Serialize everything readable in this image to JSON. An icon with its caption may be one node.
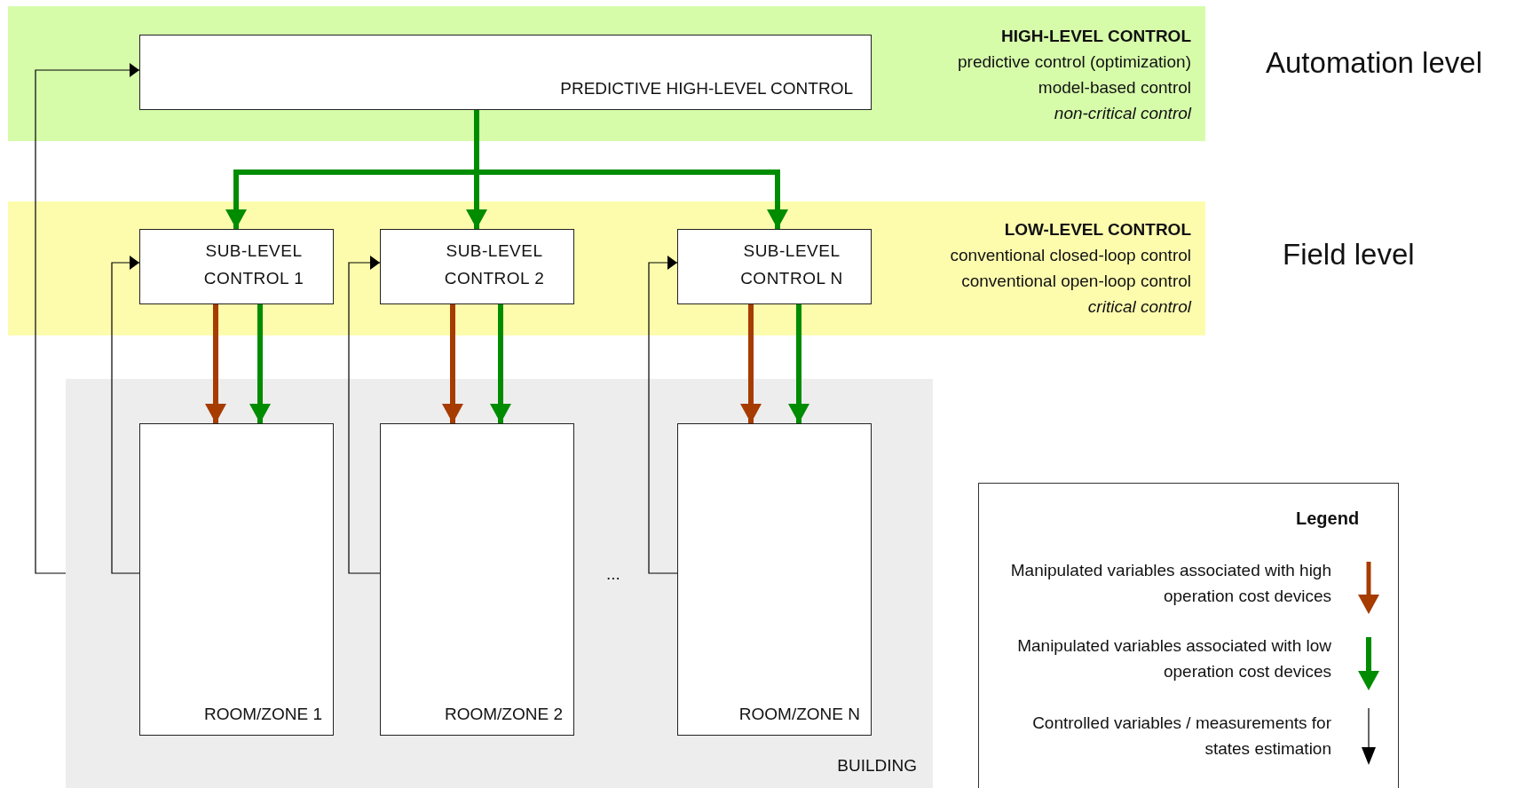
{
  "diagram": {
    "nodes": [
      {
        "text": [
          "HIGH-LEVEL CONTROL",
          "predictive control (optimization)",
          "model-based control",
          "non-critical control"
        ]
      },
      {
        "text": [
          "PREDICTIVE HIGH-LEVEL CONTROL"
        ],
        "in": 0
      },
      {
        "text": [
          "LOW-LEVEL CONTROL",
          "conventional closed-loop control",
          "conventional open-loop control",
          "critical control"
        ]
      },
      {
        "text": [
          "SUB-LEVEL CONTROL 1"
        ],
        "in": 2
      },
      {
        "text": [
          "SUB-LEVEL CONTROL 2"
        ],
        "in": 2
      },
      {
        "text": [
          "SUB-LEVEL CONTROL N"
        ],
        "in": 2
      },
      {
        "text": [
          "BUILDING"
        ]
      },
      {
        "text": [
          "ROOM/ZONE 1"
        ],
        "in": 6
      },
      {
        "text": [
          "ROOM/ZONE 2"
        ],
        "in": 6
      },
      {
        "text": [
          "ROOM/ZONE N"
        ],
        "in": 6
      }
    ],
    "edges": [
      {
        "from": 1,
        "to": 3,
        "arrow": "to"
      },
      {
        "from": 1,
        "to": 4,
        "arrow": "to"
      },
      {
        "from": 1,
        "to": 5,
        "arrow": "to"
      },
      {
        "from": 3,
        "to": 7,
        "arrow": "to",
        "color": "#a63c00"
      },
      {
        "from": 3,
        "to": 7,
        "arrow": "to"
      },
      {
        "from": 4,
        "to": 8,
        "arrow": "to",
        "color": "#a63c00"
      },
      {
        "from": 4,
        "to": 8,
        "arrow": "to"
      },
      {
        "from": 5,
        "to": 9,
        "arrow": "to",
        "color": "#a63c00"
      },
      {
        "from": 5,
        "to": 9,
        "arrow": "to"
      },
      {
        "from": 6,
        "to": 1,
        "arrow": "to",
        "color": "#000000"
      },
      {
        "from": 7,
        "to": 3,
        "arrow": "to",
        "color": "#000000"
      },
      {
        "from": 8,
        "to": 4,
        "arrow": "to",
        "color": "#000000"
      },
      {
        "from": 9,
        "to": 5,
        "arrow": "to",
        "color": "#000000"
      }
    ],
    "labels": [
      "Automation level",
      "Field level",
      "...",
      "Legend"
    ],
    "legend": [
      {
        "text": "Manipulated variables associated with high operation cost devices"
      },
      {
        "text": "Manipulated variables associated with low operation cost devices"
      },
      {
        "text": "Controlled variables / measurements for states estimation"
      }
    ]
  }
}
